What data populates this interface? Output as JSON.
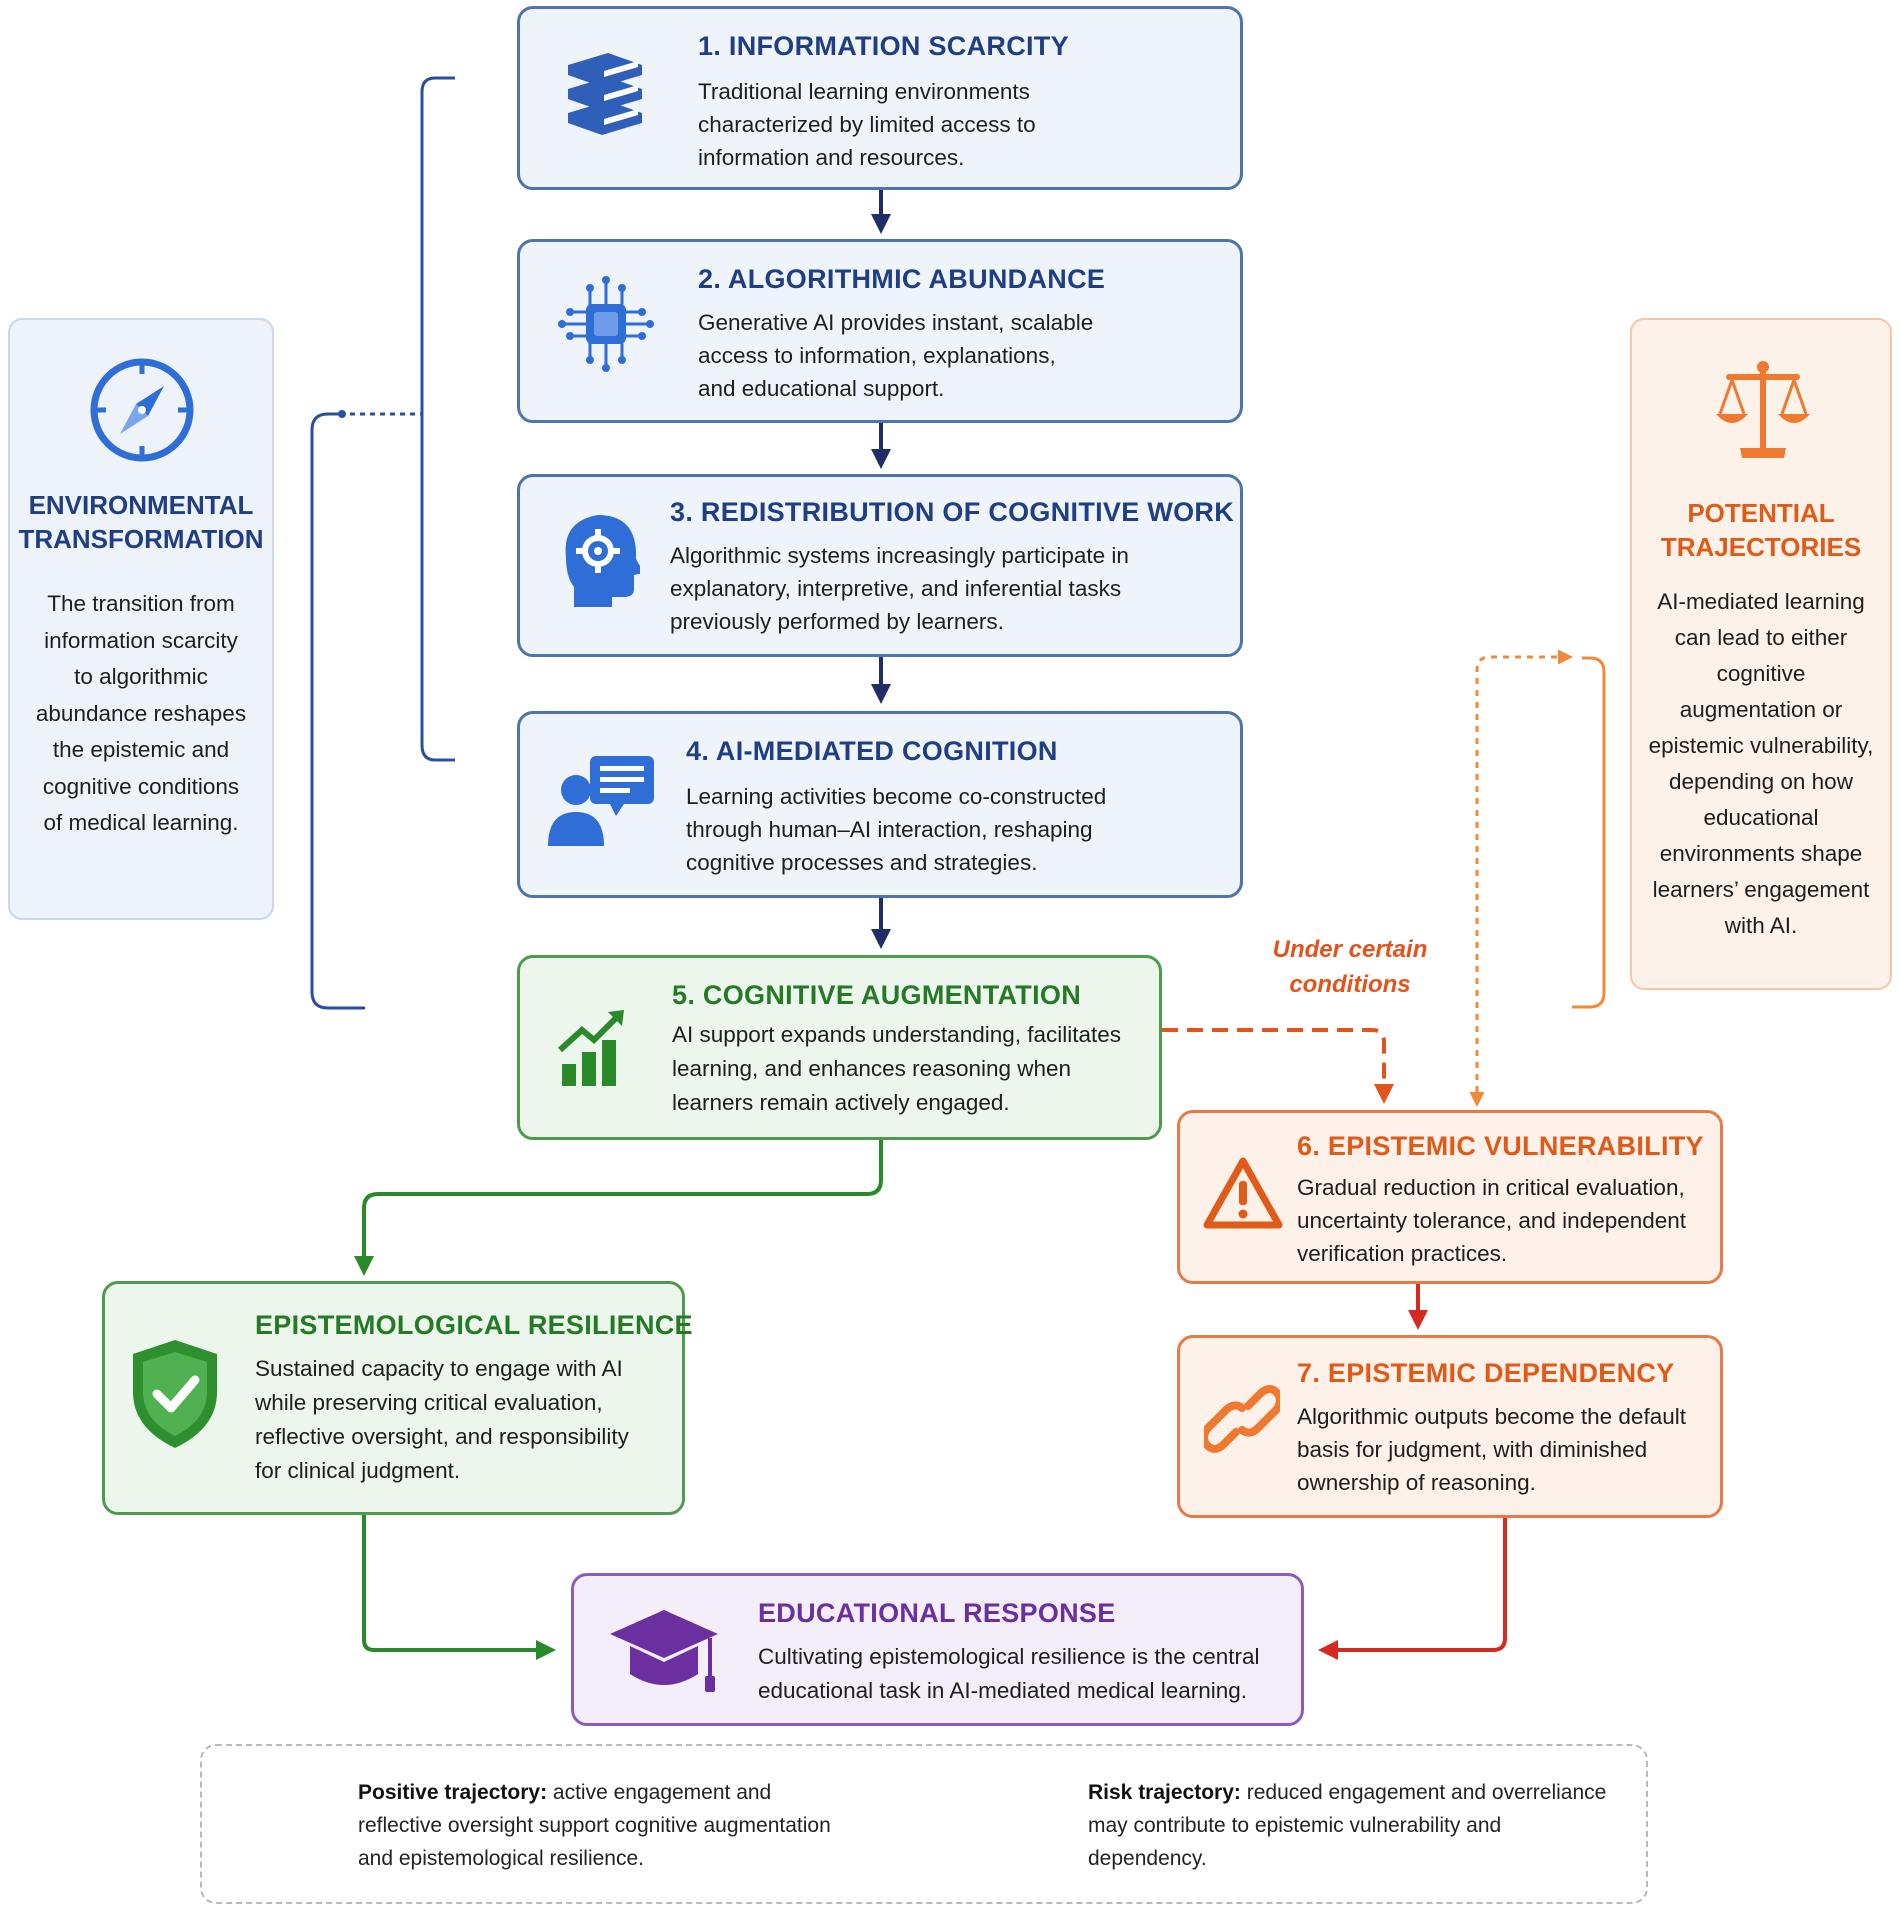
{
  "steps": [
    {
      "title": "1. INFORMATION SCARCITY",
      "lines": [
        "Traditional learning environments",
        "characterized by limited access to",
        "information and resources."
      ]
    },
    {
      "title": "2. ALGORITHMIC ABUNDANCE",
      "lines": [
        "Generative AI provides instant, scalable",
        "access to information, explanations,",
        "and educational support."
      ]
    },
    {
      "title": "3. REDISTRIBUTION OF COGNITIVE WORK",
      "lines": [
        "Algorithmic systems increasingly participate in",
        "explanatory, interpretive, and inferential tasks",
        "previously performed by learners."
      ]
    },
    {
      "title": "4. AI-MEDIATED COGNITION",
      "lines": [
        "Learning activities become co-constructed",
        "through human–AI interaction, reshaping",
        "cognitive processes and strategies."
      ]
    },
    {
      "title": "5. COGNITIVE AUGMENTATION",
      "lines": [
        "AI support expands understanding, facilitates",
        "learning, and enhances reasoning when",
        "learners remain actively engaged."
      ]
    },
    {
      "title": "6. EPISTEMIC VULNERABILITY",
      "lines": [
        "Gradual reduction in critical evaluation,",
        "uncertainty tolerance, and independent",
        "verification practices."
      ]
    },
    {
      "title": "7. EPISTEMIC DEPENDENCY",
      "lines": [
        "Algorithmic outputs become the default",
        "basis for judgment, with diminished",
        "ownership of reasoning."
      ]
    }
  ],
  "resilience": {
    "title": "EPISTEMOLOGICAL RESILIENCE",
    "lines": [
      "Sustained capacity to engage with AI",
      "while preserving critical evaluation,",
      "reflective oversight, and responsibility",
      "for clinical judgment."
    ]
  },
  "response": {
    "title": "EDUCATIONAL RESPONSE",
    "lines": [
      "Cultivating epistemological resilience is the central",
      "educational task in AI-mediated medical learning."
    ]
  },
  "left_panel": {
    "title_lines": [
      "ENVIRONMENTAL",
      "TRANSFORMATION"
    ],
    "lines": [
      "The transition from",
      "information scarcity",
      "to algorithmic",
      "abundance reshapes",
      "the epistemic and",
      "cognitive conditions",
      "of medical learning."
    ]
  },
  "right_panel": {
    "title_lines": [
      "POTENTIAL",
      "TRAJECTORIES"
    ],
    "lines": [
      "AI-mediated learning",
      "can lead to either",
      "cognitive",
      "augmentation or",
      "epistemic vulnerability,",
      "depending on how",
      "educational",
      "environments shape",
      "learners’ engagement",
      "with AI."
    ]
  },
  "condition_lines": [
    "Under certain",
    "conditions"
  ],
  "legend": {
    "positive": {
      "label": "Positive trajectory:",
      "lines": [
        " active engagement and",
        "reflective oversight support cognitive augmentation",
        "and epistemological resilience."
      ]
    },
    "risk": {
      "label": "Risk trajectory:",
      "lines": [
        " reduced engagement and overreliance",
        "may contribute to epistemic vulnerability and",
        "dependency."
      ]
    }
  },
  "colors": {
    "navy": "#1f3e83",
    "green": "#257a25",
    "orange": "#e05a18",
    "purple": "#6b2fa0",
    "red": "#d42a20"
  },
  "icons": [
    "books-icon",
    "ai-chip-icon",
    "head-gear-icon",
    "person-chat-icon",
    "growth-chart-icon",
    "warning-icon",
    "chain-link-icon",
    "shield-check-icon",
    "graduation-cap-icon",
    "compass-icon",
    "scales-icon"
  ]
}
